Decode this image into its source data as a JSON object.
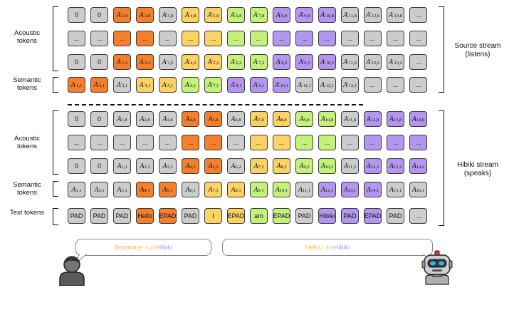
{
  "colors": {
    "gray": "#cccccc",
    "orange": "#f47f2c",
    "yellow": "#fdd264",
    "green": "#c3f17a",
    "purple": "#b396f0",
    "dark": "#3a3a3a"
  },
  "labels": {
    "src_acoustic": "Acoustic tokens",
    "src_semantic": "Semantic tokens",
    "source_stream": "Source stream (listens)",
    "hib_acoustic": "Acoustic tokens",
    "hib_semantic": "Semantic tokens",
    "text_tokens": "Text tokens",
    "hibiki_stream": "Hibiki stream (speaks)"
  },
  "speech": {
    "source": [
      {
        "text": "Bonjour, ",
        "color": "orange"
      },
      {
        "text": "je suis ",
        "color": "yellow"
      },
      {
        "text": "Hibiki",
        "color": "purple"
      }
    ],
    "hibiki": [
      {
        "text": "Hello, ",
        "color": "orange"
      },
      {
        "text": "I am ",
        "color": "yellow"
      },
      {
        "text": "Hibiki",
        "color": "purple"
      }
    ]
  },
  "icons": {
    "person": "person-icon",
    "robot": "robot-icon"
  },
  "rows": [
    {
      "id": "src-acoustic-8",
      "cells": [
        {
          "t": "0",
          "c": "gray"
        },
        {
          "t": "0",
          "c": "gray"
        },
        {
          "b": "A",
          "p": "′",
          "s": "1,8",
          "c": "orange"
        },
        {
          "b": "A",
          "p": "′",
          "s": "2,8",
          "c": "orange"
        },
        {
          "b": "A",
          "p": "′",
          "s": "3,8",
          "c": "gray"
        },
        {
          "b": "A",
          "p": "′",
          "s": "4,8",
          "c": "yellow"
        },
        {
          "b": "A",
          "p": "′",
          "s": "5,8",
          "c": "yellow"
        },
        {
          "b": "A",
          "p": "′",
          "s": "6,8",
          "c": "green"
        },
        {
          "b": "A",
          "p": "′",
          "s": "7,8",
          "c": "green"
        },
        {
          "b": "A",
          "p": "′",
          "s": "8,8",
          "c": "purple"
        },
        {
          "b": "A",
          "p": "′",
          "s": "9,8",
          "c": "purple"
        },
        {
          "b": "A",
          "p": "′",
          "s": "10,8",
          "c": "purple"
        },
        {
          "b": "A",
          "p": "′",
          "s": "11,8",
          "c": "gray"
        },
        {
          "b": "A",
          "p": "′",
          "s": "12,8",
          "c": "gray"
        },
        {
          "b": "A",
          "p": "′",
          "s": "13,8",
          "c": "gray"
        },
        {
          "t": "...",
          "c": "gray"
        }
      ]
    },
    {
      "id": "src-acoustic-dots",
      "cells": [
        {
          "t": "...",
          "c": "gray"
        },
        {
          "t": "...",
          "c": "gray"
        },
        {
          "t": "...",
          "c": "orange"
        },
        {
          "t": "...",
          "c": "orange"
        },
        {
          "t": "...",
          "c": "gray"
        },
        {
          "t": "...",
          "c": "yellow"
        },
        {
          "t": "...",
          "c": "yellow"
        },
        {
          "t": "...",
          "c": "green"
        },
        {
          "t": "...",
          "c": "green"
        },
        {
          "t": "...",
          "c": "purple"
        },
        {
          "t": "...",
          "c": "purple"
        },
        {
          "t": "...",
          "c": "purple"
        },
        {
          "t": "...",
          "c": "gray"
        },
        {
          "t": "...",
          "c": "gray"
        },
        {
          "t": "...",
          "c": "gray"
        },
        {
          "t": "...",
          "c": "gray"
        }
      ]
    },
    {
      "id": "src-acoustic-2",
      "cells": [
        {
          "t": "0",
          "c": "gray"
        },
        {
          "t": "0",
          "c": "gray"
        },
        {
          "b": "A",
          "p": "′",
          "s": "1,2",
          "c": "orange"
        },
        {
          "b": "A",
          "p": "′",
          "s": "2,2",
          "c": "orange"
        },
        {
          "b": "A",
          "p": "′",
          "s": "3,2",
          "c": "gray"
        },
        {
          "b": "A",
          "p": "′",
          "s": "4,2",
          "c": "yellow"
        },
        {
          "b": "A",
          "p": "′",
          "s": "5,2",
          "c": "yellow"
        },
        {
          "b": "A",
          "p": "′",
          "s": "6,2",
          "c": "green"
        },
        {
          "b": "A",
          "p": "′",
          "s": "7,2",
          "c": "green"
        },
        {
          "b": "A",
          "p": "′",
          "s": "8,2",
          "c": "purple"
        },
        {
          "b": "A",
          "p": "′",
          "s": "9,2",
          "c": "purple"
        },
        {
          "b": "A",
          "p": "′",
          "s": "10,2",
          "c": "purple"
        },
        {
          "b": "A",
          "p": "′",
          "s": "11,2",
          "c": "gray"
        },
        {
          "b": "A",
          "p": "′",
          "s": "12,2",
          "c": "gray"
        },
        {
          "b": "A",
          "p": "′",
          "s": "13,2",
          "c": "gray"
        },
        {
          "t": "...",
          "c": "gray"
        }
      ]
    },
    {
      "id": "src-semantic",
      "cells": [
        {
          "b": "A",
          "p": "′",
          "s": "1,1",
          "c": "orange"
        },
        {
          "b": "A",
          "p": "′",
          "s": "2,1",
          "c": "orange"
        },
        {
          "b": "A",
          "p": "′",
          "s": "3,1",
          "c": "gray"
        },
        {
          "b": "A",
          "p": "′",
          "s": "4,1",
          "c": "yellow"
        },
        {
          "b": "A",
          "p": "′",
          "s": "5,1",
          "c": "yellow"
        },
        {
          "b": "A",
          "p": "′",
          "s": "6,1",
          "c": "green"
        },
        {
          "b": "A",
          "p": "′",
          "s": "7,1",
          "c": "green"
        },
        {
          "b": "A",
          "p": "′",
          "s": "8,1",
          "c": "purple"
        },
        {
          "b": "A",
          "p": "′",
          "s": "9,1",
          "c": "purple"
        },
        {
          "b": "A",
          "p": "′",
          "s": "10,1",
          "c": "purple"
        },
        {
          "b": "A",
          "p": "′",
          "s": "11,1",
          "c": "gray"
        },
        {
          "b": "A",
          "p": "′",
          "s": "12,1",
          "c": "gray"
        },
        {
          "b": "A",
          "p": "′",
          "s": "13,1",
          "c": "gray"
        },
        {
          "t": "...",
          "c": "gray"
        },
        {
          "t": "...",
          "c": "gray"
        },
        {
          "t": "...",
          "c": "gray"
        }
      ]
    },
    {
      "id": "hib-acoustic-8",
      "cells": [
        {
          "t": "0",
          "c": "gray"
        },
        {
          "t": "0",
          "c": "gray"
        },
        {
          "b": "A",
          "s": "1,8",
          "c": "gray"
        },
        {
          "b": "A",
          "s": "2,8",
          "c": "gray"
        },
        {
          "b": "A",
          "s": "3,8",
          "c": "gray"
        },
        {
          "b": "A",
          "s": "4,8",
          "c": "orange"
        },
        {
          "b": "A",
          "s": "5,8",
          "c": "orange"
        },
        {
          "b": "A",
          "s": "6,8",
          "c": "gray"
        },
        {
          "b": "A",
          "s": "7,8",
          "c": "yellow"
        },
        {
          "b": "A",
          "s": "8,8",
          "c": "yellow"
        },
        {
          "b": "A",
          "s": "9,8",
          "c": "green"
        },
        {
          "b": "A",
          "s": "10,8",
          "c": "green"
        },
        {
          "b": "A",
          "s": "11,8",
          "c": "gray"
        },
        {
          "b": "A",
          "s": "12,8",
          "c": "purple"
        },
        {
          "b": "A",
          "s": "13,8",
          "c": "purple"
        },
        {
          "b": "A",
          "s": "14,8",
          "c": "purple"
        }
      ]
    },
    {
      "id": "hib-acoustic-dots",
      "cells": [
        {
          "t": "...",
          "c": "gray"
        },
        {
          "t": "...",
          "c": "gray"
        },
        {
          "t": "...",
          "c": "gray"
        },
        {
          "t": "...",
          "c": "gray"
        },
        {
          "t": "...",
          "c": "gray"
        },
        {
          "t": "...",
          "c": "orange"
        },
        {
          "t": "...",
          "c": "orange"
        },
        {
          "t": "...",
          "c": "gray"
        },
        {
          "t": "...",
          "c": "yellow"
        },
        {
          "t": "...",
          "c": "yellow"
        },
        {
          "t": "...",
          "c": "green"
        },
        {
          "t": "...",
          "c": "green"
        },
        {
          "t": "...",
          "c": "gray"
        },
        {
          "t": "...",
          "c": "purple"
        },
        {
          "t": "...",
          "c": "purple"
        },
        {
          "t": "...",
          "c": "purple"
        }
      ]
    },
    {
      "id": "hib-acoustic-2",
      "cells": [
        {
          "t": "0",
          "c": "gray"
        },
        {
          "t": "0",
          "c": "gray"
        },
        {
          "b": "A",
          "s": "1,2",
          "c": "gray"
        },
        {
          "b": "A",
          "s": "2,2",
          "c": "gray"
        },
        {
          "b": "A",
          "s": "3,2",
          "c": "gray"
        },
        {
          "b": "A",
          "s": "4,2",
          "c": "orange"
        },
        {
          "b": "A",
          "s": "5,2",
          "c": "orange"
        },
        {
          "b": "A",
          "s": "6,2",
          "c": "gray"
        },
        {
          "b": "A",
          "s": "7,2",
          "c": "yellow"
        },
        {
          "b": "A",
          "s": "8,2",
          "c": "yellow"
        },
        {
          "b": "A",
          "s": "9,2",
          "c": "green"
        },
        {
          "b": "A",
          "s": "10,2",
          "c": "green"
        },
        {
          "b": "A",
          "s": "11,2",
          "c": "gray"
        },
        {
          "b": "A",
          "s": "12,2",
          "c": "purple"
        },
        {
          "b": "A",
          "s": "13,2",
          "c": "purple"
        },
        {
          "b": "A",
          "s": "14,2",
          "c": "purple"
        }
      ]
    },
    {
      "id": "hib-semantic",
      "cells": [
        {
          "b": "A",
          "s": "1,1",
          "c": "gray"
        },
        {
          "b": "A",
          "s": "2,1",
          "c": "gray"
        },
        {
          "b": "A",
          "s": "3,1",
          "c": "gray"
        },
        {
          "b": "A",
          "s": "4,1",
          "c": "orange"
        },
        {
          "b": "A",
          "s": "5,1",
          "c": "orange"
        },
        {
          "b": "A",
          "s": "6,1",
          "c": "gray"
        },
        {
          "b": "A",
          "s": "7,1",
          "c": "yellow"
        },
        {
          "b": "A",
          "s": "8,1",
          "c": "yellow"
        },
        {
          "b": "A",
          "s": "9,1",
          "c": "green"
        },
        {
          "b": "A",
          "s": "10,1",
          "c": "green"
        },
        {
          "b": "A",
          "s": "11,1",
          "c": "gray"
        },
        {
          "b": "A",
          "s": "12,1",
          "c": "purple"
        },
        {
          "b": "A",
          "s": "13,1",
          "c": "purple"
        },
        {
          "b": "A",
          "s": "14,1",
          "c": "purple"
        },
        {
          "b": "A",
          "s": "15,1",
          "c": "gray"
        },
        {
          "b": "A",
          "s": "16,1",
          "c": "gray"
        }
      ]
    },
    {
      "id": "text",
      "cells": [
        {
          "t": "PAD",
          "c": "gray"
        },
        {
          "t": "PAD",
          "c": "gray"
        },
        {
          "t": "PAD",
          "c": "gray"
        },
        {
          "t": "Hello",
          "c": "orange"
        },
        {
          "t": "EPAD",
          "c": "orange"
        },
        {
          "t": "PAD",
          "c": "gray"
        },
        {
          "t": "I",
          "c": "yellow"
        },
        {
          "t": "EPAD",
          "c": "yellow"
        },
        {
          "t": "am",
          "c": "green"
        },
        {
          "t": "EPAD",
          "c": "green"
        },
        {
          "t": "PAD",
          "c": "gray"
        },
        {
          "t": "Hibiki",
          "c": "purple"
        },
        {
          "t": "PAD",
          "c": "purple"
        },
        {
          "t": "EPAD",
          "c": "purple"
        },
        {
          "t": "PAD",
          "c": "gray"
        },
        {
          "t": "...",
          "c": "gray"
        }
      ]
    }
  ]
}
